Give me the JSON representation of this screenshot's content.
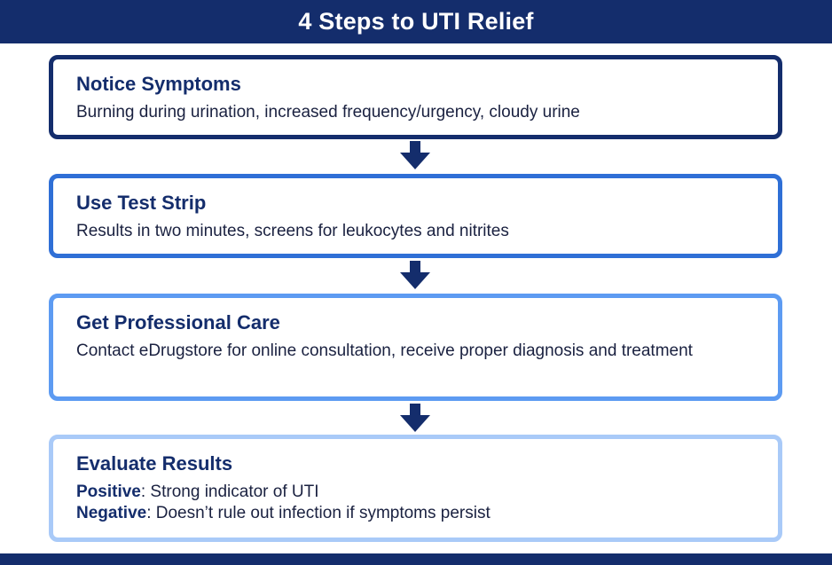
{
  "header": {
    "title": "4 Steps to UTI Relief"
  },
  "colors": {
    "navy": "#142d6c",
    "step1_border": "#142d6c",
    "step2_border": "#2f6fd6",
    "step3_border": "#5d9bf2",
    "step4_border": "#a9caf8"
  },
  "steps": [
    {
      "title": "Notice Symptoms",
      "description": "Burning during urination, increased frequency/urgency, cloudy urine"
    },
    {
      "title": "Use Test Strip",
      "description": "Results in two minutes, screens for leukocytes and nitrites"
    },
    {
      "title": "Get Professional Care",
      "description": "Contact eDrugstore for online consultation, receive proper diagnosis and treatment"
    },
    {
      "title": "Evaluate Results",
      "results": [
        {
          "label": "Positive",
          "text": ": Strong indicator of UTI"
        },
        {
          "label": "Negative",
          "text": ": Doesn’t rule out infection if symptoms persist"
        }
      ]
    }
  ],
  "icons": {
    "connector": "arrow-down-icon"
  }
}
